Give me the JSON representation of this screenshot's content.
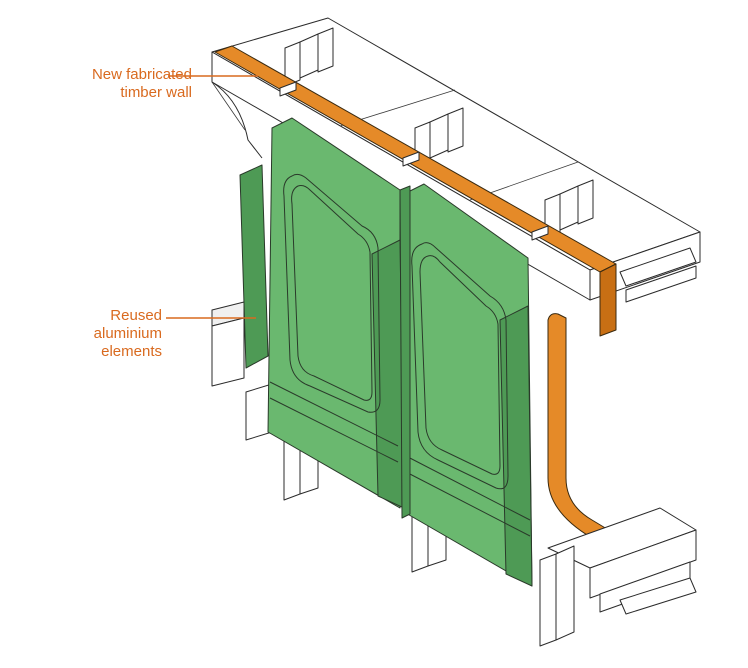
{
  "annotations": {
    "timber_wall": {
      "lines": [
        "New fabricated",
        "timber wall"
      ]
    },
    "aluminium_elements": {
      "lines": [
        "Reused",
        "aluminium",
        "elements"
      ]
    }
  },
  "colors": {
    "annotation_text": "#d96a1f",
    "leader_line": "#d96a1f",
    "timber": "#e58a28",
    "timber_dark": "#c86f14",
    "aluminium": "#6ab86f",
    "aluminium_dark": "#4e9a55",
    "aluminium_light": "#86c98a",
    "linework": "#2b2b2b"
  }
}
